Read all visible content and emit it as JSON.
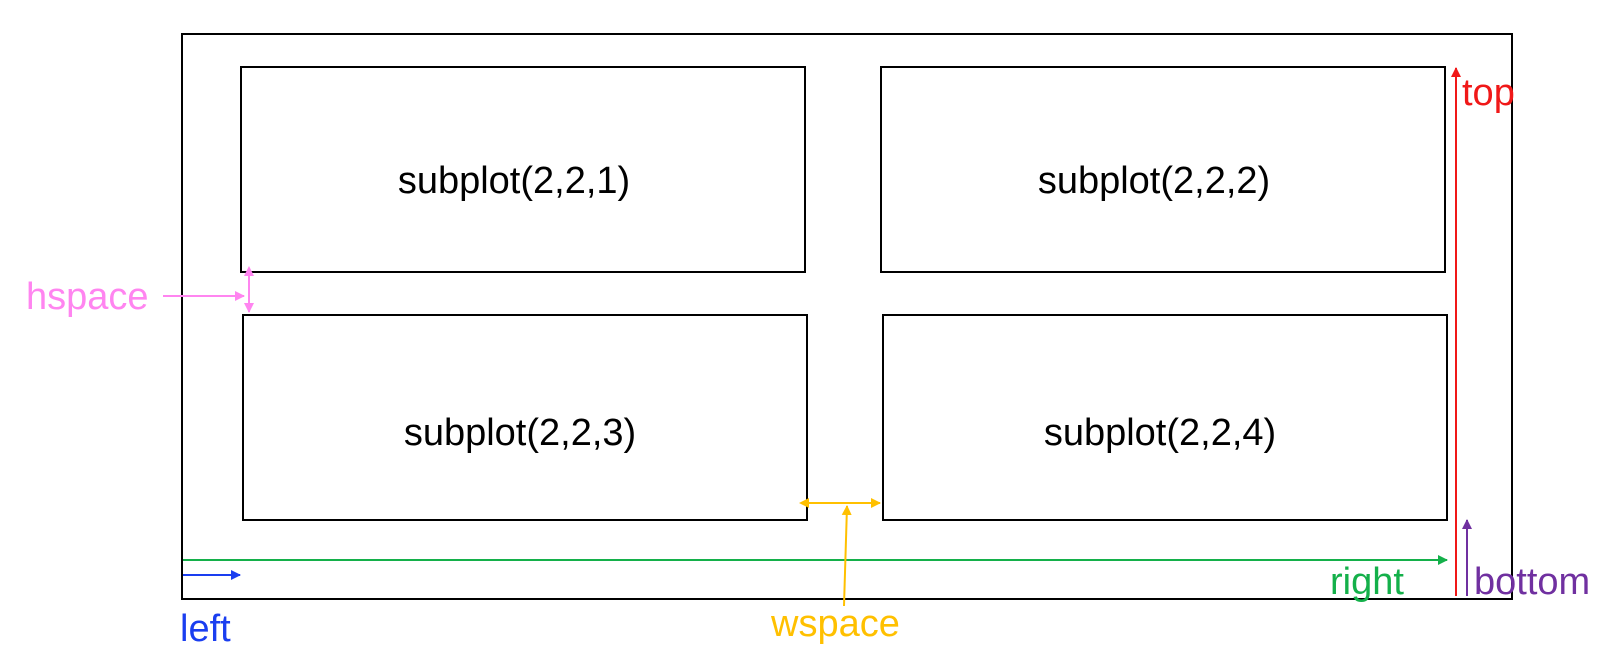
{
  "diagram": {
    "subplots": [
      {
        "label": "subplot(2,2,1)"
      },
      {
        "label": "subplot(2,2,2)"
      },
      {
        "label": "subplot(2,2,3)"
      },
      {
        "label": "subplot(2,2,4)"
      }
    ],
    "parameters": {
      "left": {
        "label": "left",
        "color": "#1a3ef0"
      },
      "right": {
        "label": "right",
        "color": "#14b04a"
      },
      "top": {
        "label": "top",
        "color": "#f01818"
      },
      "bottom": {
        "label": "bottom",
        "color": "#7030a0"
      },
      "hspace": {
        "label": "hspace",
        "color": "#ff85f0"
      },
      "wspace": {
        "label": "wspace",
        "color": "#ffc000"
      }
    }
  }
}
